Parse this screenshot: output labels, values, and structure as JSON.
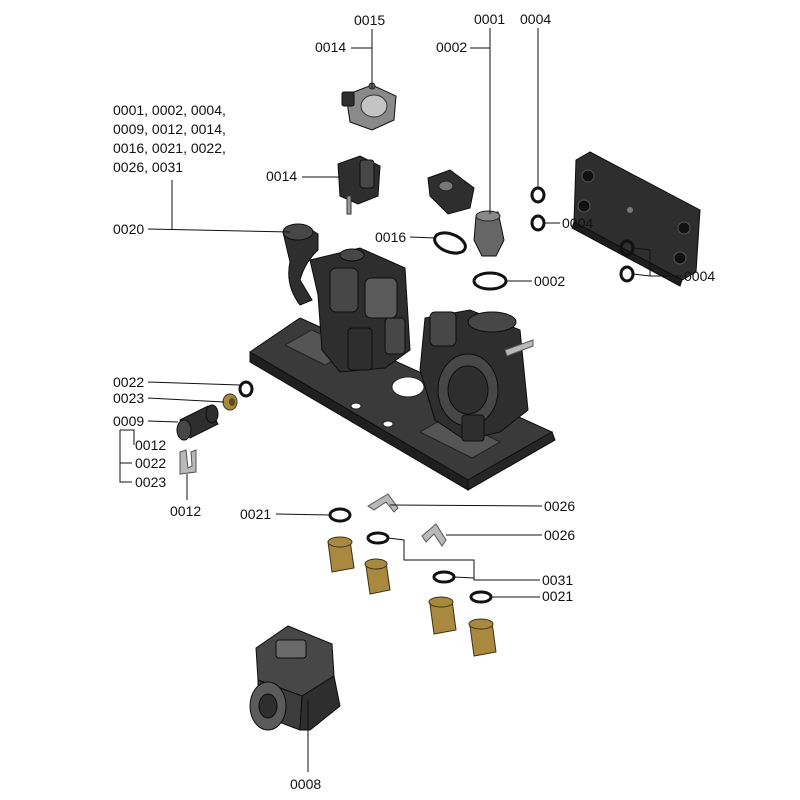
{
  "labels": {
    "l0015": "0015",
    "l0014_top": "0014",
    "l0001": "0001",
    "l0004_top": "0004",
    "l0002_top": "0002",
    "group_line1": "0001, 0002, 0004,",
    "group_line2": "0009, 0012, 0014,",
    "group_line3": "0016, 0021, 0022,",
    "group_line4": "0026, 0031",
    "l0014_mid": "0014",
    "l0004_mid": "0004",
    "l0020": "0020",
    "l0016": "0016",
    "l0002_mid": "0002",
    "l0004_right": "0004",
    "l0022_a": "0022",
    "l0023_a": "0023",
    "l0009": "0009",
    "l0012_a": "0012",
    "l0022_b": "0022",
    "l0023_b": "0023",
    "l0012_b": "0012",
    "l0026_a": "0026",
    "l0021_a": "0021",
    "l0026_b": "0026",
    "l0031": "0031",
    "l0021_b": "0021",
    "l0008": "0008"
  },
  "colors": {
    "part_dark": "#2e2e2e",
    "brass": "#a8893f",
    "silver": "#b9b9b9"
  }
}
